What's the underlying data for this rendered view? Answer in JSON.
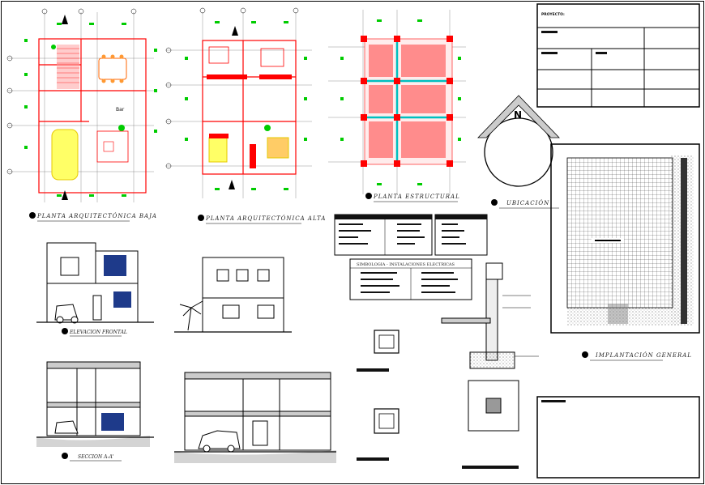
{
  "sheet": {
    "views": {
      "planta_baja": "PLANTA ARQUITECTÓNICA BAJA",
      "planta_alta": "PLANTA ARQUITECTÓNICA ALTA",
      "planta_estructural": "PLANTA ESTRUCTURAL",
      "ubicacion": "UBICACIÓN",
      "implantacion": "IMPLANTACIÓN GENERAL",
      "elevacion_frontal": "ELEVACION FRONTAL",
      "seccion": "SECCION A-A'",
      "simbologia_title": "SIMBOLOGIA - INSTALACIONES ELECTRICAS",
      "room_label": "Bar",
      "north_label": "N"
    },
    "title_block": {
      "proyecto": "PROYECTO:"
    }
  },
  "colors": {
    "wall": "#ff0000",
    "grid": "#00cc00",
    "column": "#00bfbf",
    "vehicle": "#ffff00",
    "furniture": "#ff6600",
    "ink": "#000000"
  }
}
